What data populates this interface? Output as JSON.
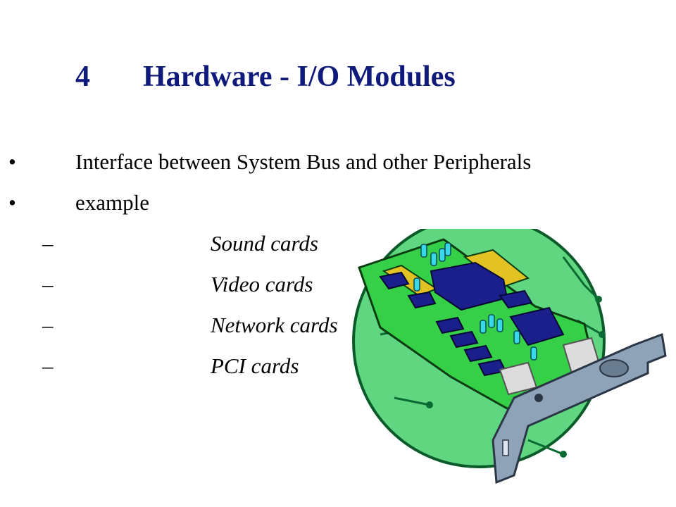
{
  "slide": {
    "title_number": "4",
    "title_text": "Hardware - I/O Modules",
    "bullets": [
      {
        "marker": "•",
        "text": "Interface between System Bus and other Peripherals"
      },
      {
        "marker": "•",
        "text": "example"
      }
    ],
    "sub_items": [
      {
        "marker": "–",
        "text": "Sound cards"
      },
      {
        "marker": "–",
        "text": "Video cards"
      },
      {
        "marker": "–",
        "text": "Network cards"
      },
      {
        "marker": "–",
        "text": "PCI cards"
      }
    ],
    "image": {
      "icon": "expansion-card-icon"
    },
    "colors": {
      "title": "#0f1a7a",
      "circle": "#5fd67f",
      "board": "#35d047",
      "chip": "#1a1f8c",
      "bracket": "#8fa3b8"
    }
  }
}
